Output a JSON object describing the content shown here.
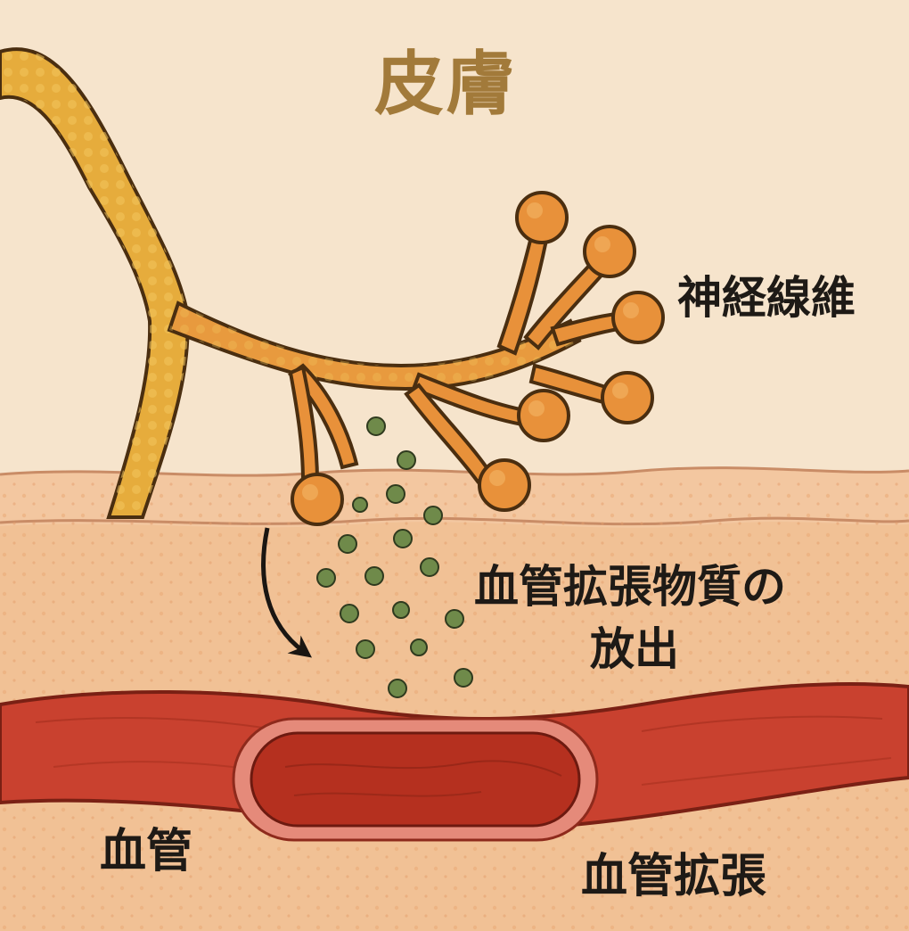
{
  "title": "皮膚",
  "labels": {
    "nerve_fiber": "神経線維",
    "vasoactive_line1": "血管拡張物質の",
    "vasoactive_line2": "放出",
    "blood_vessel": "血管",
    "vasodilation": "血管拡張"
  },
  "colors": {
    "title": "#a27a3a",
    "background": "#f6e4cc",
    "skin_upper": "#f3c7a0",
    "skin_dermis": "#f1c195",
    "nerve_trunk": "#e6ac3c",
    "nerve_branch": "#e8913a",
    "nerve_outline": "#4a2e10",
    "granule": "#6f8a4a",
    "vessel": "#c9412f",
    "vessel_dark": "#9a2a1c",
    "vessel_lumen": "#b5301f",
    "vessel_rim": "#e58a7a",
    "arrow": "#1a1612"
  },
  "icons": {
    "arrow": "curved-down-arrow-icon"
  }
}
